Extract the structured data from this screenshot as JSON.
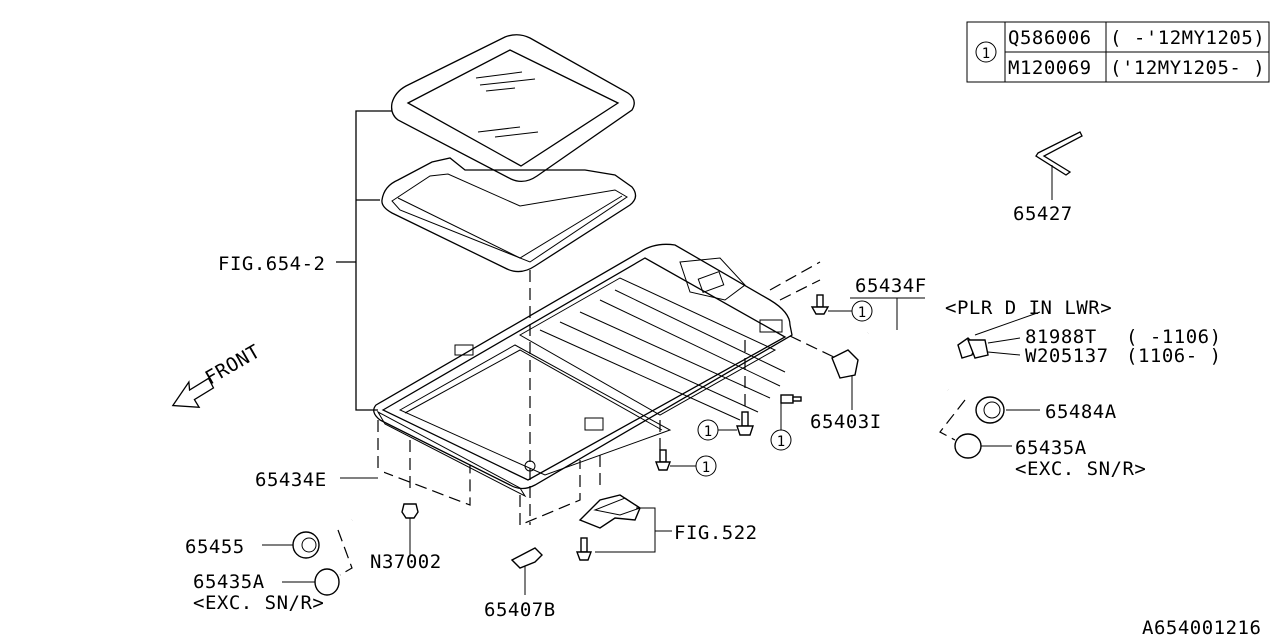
{
  "diagram_id": "A654001216",
  "legend_table": {
    "marker": "1",
    "rows": [
      {
        "part": "Q586006",
        "range": "( -'12MY1205)"
      },
      {
        "part": "M120069",
        "range": "('12MY1205- )"
      }
    ]
  },
  "front_label": "FRONT",
  "callouts": {
    "glass_fig": "FIG.654-2",
    "p65427": "65427",
    "p65434F": "65434F",
    "plr_note": "<PLR D IN LWR>",
    "p81988T": "81988T",
    "p81988T_range": "( -1106)",
    "pW205137": "W205137",
    "pW205137_range": "(1106- )",
    "p65403I": "65403I",
    "p65484A": "65484A",
    "p65435A_right": "65435A",
    "exc_right": "<EXC. SN/R>",
    "p65434E": "65434E",
    "p65455": "65455",
    "p65435A_left": "65435A",
    "exc_left": "<EXC. SN/R>",
    "pN37002": "N37002",
    "p65407B": "65407B",
    "fig522": "FIG.522"
  },
  "markers": [
    "1",
    "1",
    "1",
    "1",
    "1"
  ]
}
